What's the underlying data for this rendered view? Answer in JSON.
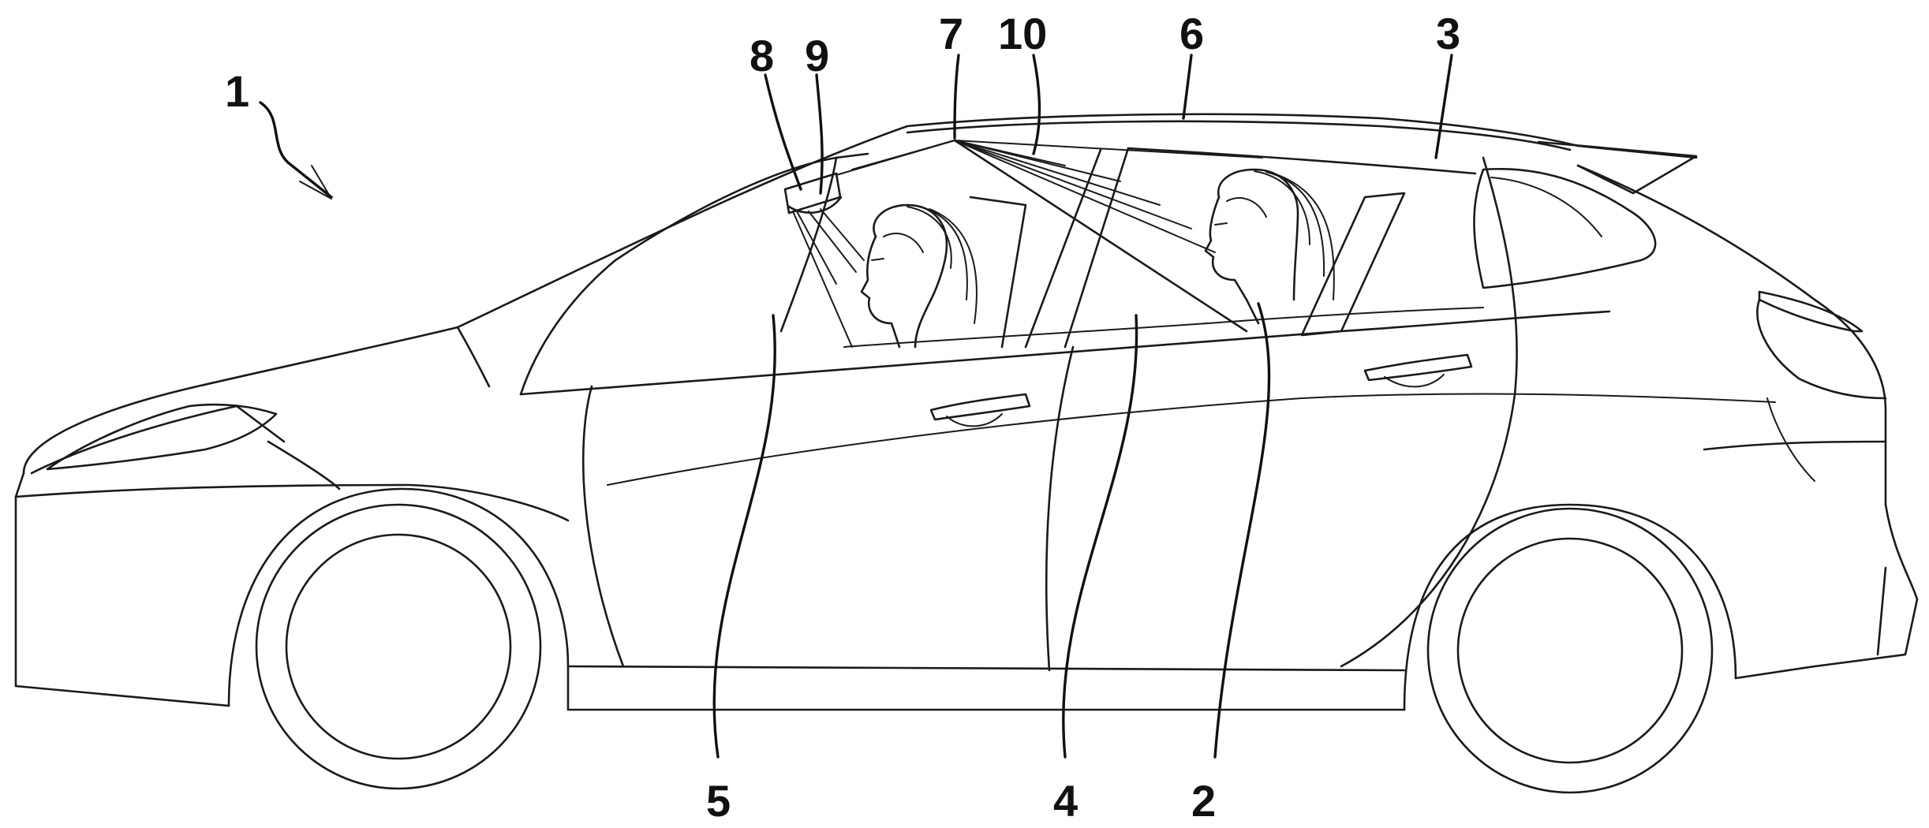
{
  "labels": {
    "vehicle": "1",
    "occupant": "2",
    "cabin": "3",
    "rear_region": "4",
    "front_region": "5",
    "roof": "6",
    "sensor": "7",
    "unit": "8",
    "lens": "9",
    "beams": "10"
  }
}
